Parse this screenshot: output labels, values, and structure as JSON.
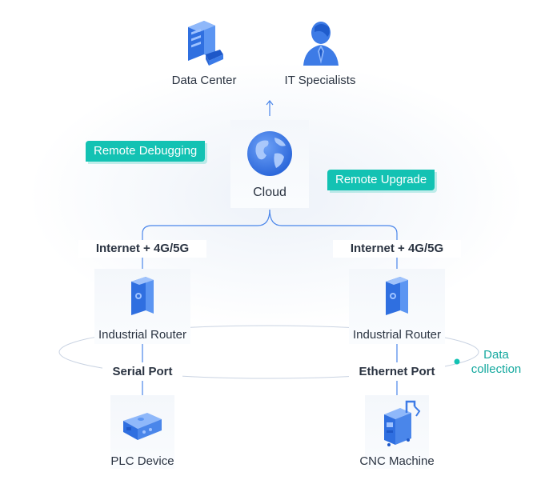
{
  "top": {
    "data_center": "Data Center",
    "it_specialists": "IT Specialists"
  },
  "cloud": {
    "label": "Cloud",
    "remote_debugging": "Remote Debugging",
    "remote_upgrade": "Remote Upgrade"
  },
  "links": {
    "left_internet": "Internet + 4G/5G",
    "right_internet": "Internet + 4G/5G",
    "left_port": "Serial Port",
    "right_port": "Ethernet Port"
  },
  "devices": {
    "left_router": "Industrial Router",
    "right_router": "Industrial Router",
    "plc": "PLC Device",
    "cnc": "CNC Machine"
  },
  "annotation": {
    "line1": "Data",
    "line2": "collection"
  },
  "colors": {
    "accent_blue": "#3d7be6",
    "teal": "#13c2b3",
    "line": "#6e9df0"
  }
}
